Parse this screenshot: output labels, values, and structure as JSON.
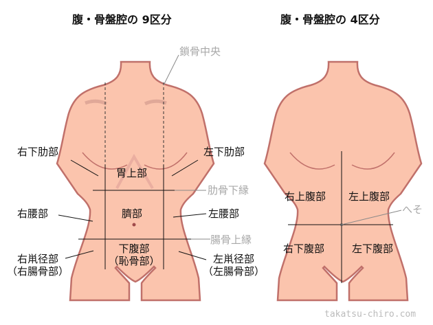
{
  "colors": {
    "skin": "#fbc4ad",
    "outline": "#c0706a",
    "line": "#111111",
    "guide": "#a8a8a8"
  },
  "left": {
    "title": "腹・骨盤腔の 9区分",
    "labels": {
      "midclavicular": "鎖骨中央",
      "right_hypochondriac": "右下肋部",
      "left_hypochondriac": "左下肋部",
      "epigastric": "胃上部",
      "subcostal": "肋骨下縁",
      "right_lumbar": "右腰部",
      "umbilical": "臍部",
      "left_lumbar": "左腰部",
      "iliac_crest": "腸骨上縁",
      "right_inguinal": "右鼡径部",
      "right_inguinal_alt": "（右腸骨部）",
      "hypogastric": "下腹部",
      "hypogastric_alt": "（恥骨部）",
      "left_inguinal": "左鼡径部",
      "left_inguinal_alt": "（左腸骨部）"
    }
  },
  "right": {
    "title": "腹・骨盤腔の 4区分",
    "labels": {
      "ruq": "右上腹部",
      "luq": "左上腹部",
      "navel": "へそ",
      "rlq": "右下腹部",
      "llq": "左下腹部"
    }
  },
  "watermark": "takatsu-chiro.com"
}
